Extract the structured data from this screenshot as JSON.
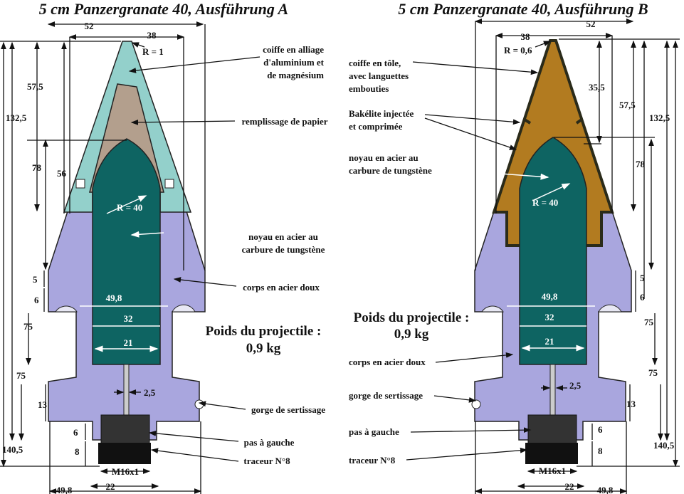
{
  "colors": {
    "body": "#a9a6de",
    "core": "#0e6462",
    "coiffe_a": "#93d0cb",
    "paper": "#b39f8d",
    "bakelite_b": "#b27b20",
    "sheet_b": "#2b2b1a",
    "tracer": "#111111"
  },
  "variant_a": {
    "title": "5 cm Panzergranate 40, Ausführung A",
    "labels": {
      "coiffe": [
        "coiffe en alliage",
        "d'aluminium et",
        "de magnésium"
      ],
      "paper": "remplissage de papier",
      "core": [
        "noyau en acier au",
        "carbure de tungstène"
      ],
      "body": "corps en acier doux",
      "crimp": "gorge de sertissage",
      "thread": "pas à gauche",
      "tracer": "traceur N°8"
    },
    "weight": [
      "Poids du projectile :",
      "0,9 kg"
    ],
    "dims": {
      "d52": "52",
      "d38": "38",
      "r_tip": "R = 1",
      "d132": "132,5",
      "d57": "57,5",
      "d78": "78",
      "d56": "56",
      "r_ogive": "R = 40",
      "d5": "5",
      "d6a": "6",
      "d498": "49,8",
      "d32": "32",
      "d21": "21",
      "d75a": "75",
      "d75b": "75",
      "d13": "13",
      "d25": "2,5",
      "d6b": "6",
      "d8": "8",
      "d140": "140,5",
      "thread": "M16x1",
      "d22": "22",
      "d498b": "49,8"
    }
  },
  "variant_b": {
    "title": "5 cm Panzergranate 40, Ausführung B",
    "labels": {
      "coiffe": [
        "coiffe en tôle,",
        "avec languettes",
        "embouties"
      ],
      "bakelite": [
        "Bakélite injectée",
        "et comprimée"
      ],
      "core": [
        "noyau en acier au",
        "carbure de tungstène"
      ],
      "body": "corps en acier doux",
      "crimp": "gorge de sertissage",
      "thread": "pas à gauche",
      "tracer": "traceur N°8"
    },
    "weight": [
      "Poids du projectile :",
      "0,9 kg"
    ],
    "dims": {
      "d52": "52",
      "d38": "38",
      "r_tip": "R = 0,6",
      "d355": "35,5",
      "d57": "57,5",
      "d132": "132,5",
      "d78": "78",
      "r_ogive": "R = 40",
      "d5": "5",
      "d6a": "6",
      "d498": "49,8",
      "d32": "32",
      "d21": "21",
      "d75a": "75",
      "d75b": "75",
      "d25": "2,5",
      "d13": "13",
      "d6b": "6",
      "d8": "8",
      "d140": "140,5",
      "thread": "M16x1",
      "d22": "22",
      "d498b": "49,8"
    }
  }
}
